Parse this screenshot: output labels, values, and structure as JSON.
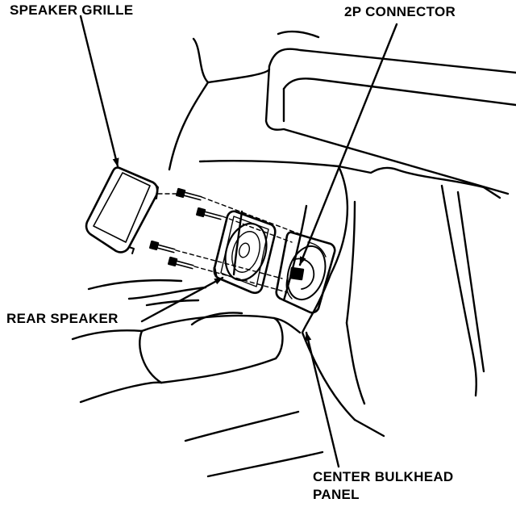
{
  "diagram": {
    "labels": {
      "speaker_grille": "SPEAKER GRILLE",
      "connector": "2P CONNECTOR",
      "rear_speaker": "REAR SPEAKER",
      "bulkhead_line1": "CENTER BULKHEAD",
      "bulkhead_line2": "PANEL"
    },
    "line_color": "#000000",
    "background": "#ffffff"
  }
}
